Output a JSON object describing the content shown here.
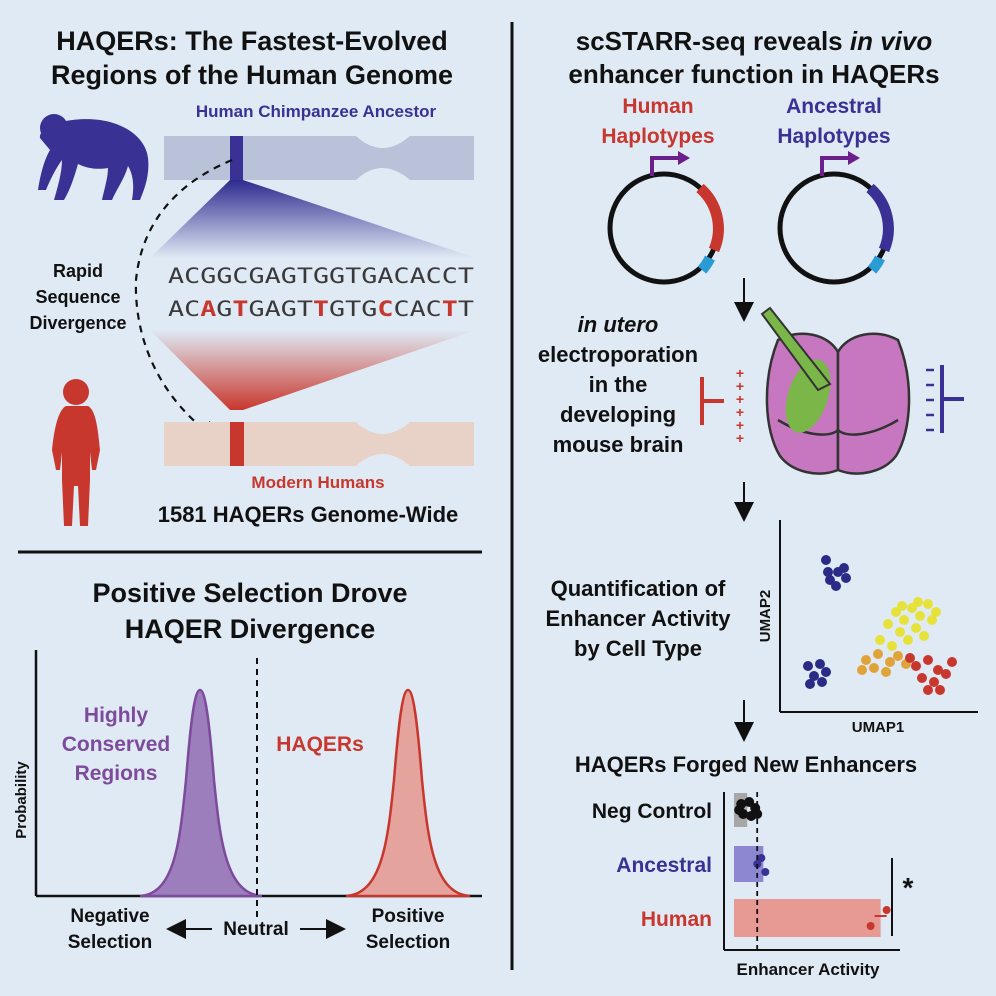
{
  "colors": {
    "background": "#dfeaf4",
    "human_red": "#c8372d",
    "ancestor_blue": "#3a3194",
    "conserved_purple": "#7d4a9c",
    "text": "#111111",
    "brain_pink": "#c776c0",
    "electroporation_green": "#7ab648"
  },
  "top_left": {
    "title_line1": "HAQERs: The Fastest-Evolved",
    "title_line2": "Regions of the Human Genome",
    "ancestor_label": "Human Chimpanzee Ancestor",
    "divergence_line1": "Rapid",
    "divergence_line2": "Sequence",
    "divergence_line3": "Divergence",
    "ancestral_sequence": "ACGGCGAGTGGTGACACCT",
    "human_sequence_segments": [
      {
        "text": "AC",
        "changed": false
      },
      {
        "text": "A",
        "changed": true
      },
      {
        "text": "G",
        "changed": false
      },
      {
        "text": "T",
        "changed": true
      },
      {
        "text": "GAGT",
        "changed": false
      },
      {
        "text": "T",
        "changed": true
      },
      {
        "text": "GTG",
        "changed": false
      },
      {
        "text": "C",
        "changed": true
      },
      {
        "text": "CAC",
        "changed": false
      },
      {
        "text": "T",
        "changed": true
      },
      {
        "text": "T",
        "changed": false
      }
    ],
    "modern_label": "Modern Humans",
    "count_label": "1581 HAQERs Genome-Wide"
  },
  "bottom_left": {
    "title_line1": "Positive Selection Drove",
    "title_line2": "HAQER Divergence",
    "y_axis_label": "Probability",
    "conserved_line1": "Highly",
    "conserved_line2": "Conserved",
    "conserved_line3": "Regions",
    "haqers_label": "HAQERs",
    "negative_line1": "Negative",
    "negative_line2": "Selection",
    "neutral_label": "Neutral",
    "positive_line1": "Positive",
    "positive_line2": "Selection"
  },
  "right": {
    "title_line1_prefix": "scSTARR-seq reveals ",
    "title_line1_italic": "in vivo",
    "title_line2": "enhancer function in HAQERs",
    "human_hap_line1": "Human",
    "human_hap_line2": "Haplotypes",
    "ancestral_hap_line1": "Ancestral",
    "ancestral_hap_line2": "Haplotypes",
    "electro_line1": "in utero",
    "electro_line2": "electroporation",
    "electro_line3": "in the",
    "electro_line4": "developing",
    "electro_line5": "mouse brain",
    "quant_line1": "Quantification of",
    "quant_line2": "Enhancer Activity",
    "quant_line3": "by Cell Type",
    "umap_x": "UMAP1",
    "umap_y": "UMAP2",
    "forged_title": "HAQERs Forged New Enhancers",
    "significance": "*",
    "activity_axis": "Enhancer Activity"
  },
  "chart_data": {
    "type": "bar",
    "categories": [
      "Neg Control",
      "Ancestral",
      "Human"
    ],
    "values": [
      0.45,
      1.0,
      5.0
    ],
    "xlabel": "Enhancer Activity",
    "ylabel": "",
    "xlim": [
      0,
      6
    ],
    "colors": [
      "#a7a7a7",
      "#8d86d1",
      "#e79a93"
    ]
  }
}
